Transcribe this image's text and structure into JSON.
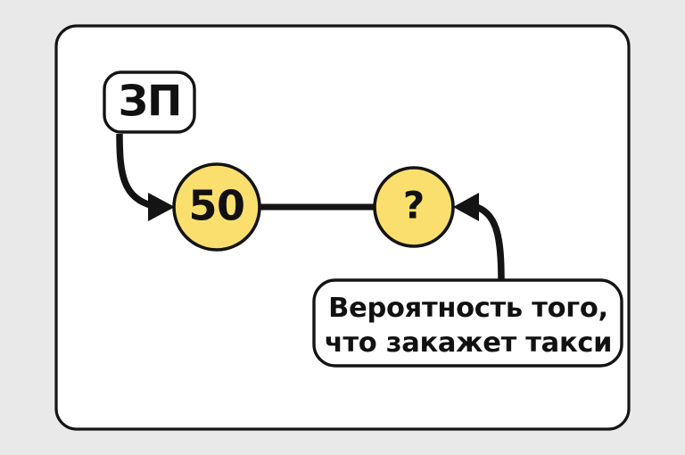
{
  "canvas": {
    "background_color": "#e9e9e9",
    "panel_color": "#ffffff",
    "stroke_color": "#141414",
    "node_fill_color": "#fadf6f"
  },
  "diagram": {
    "type": "node-link-diagram",
    "nodes": [
      {
        "id": "node-salary",
        "shape": "rounded-rect",
        "label": "ЗП",
        "fill": "#ffffff",
        "description": "Salary input label chip"
      },
      {
        "id": "node-fifty",
        "shape": "circle",
        "label": "50",
        "fill": "#fadf6f",
        "description": "Known value node"
      },
      {
        "id": "node-question",
        "shape": "circle",
        "label": "?",
        "fill": "#fadf6f",
        "description": "Unknown value node"
      }
    ],
    "edges": [
      {
        "id": "edge-salary-to-fifty",
        "from": "node-salary",
        "to": "node-fifty",
        "style": "curved-arrow",
        "arrowhead": "to"
      },
      {
        "id": "edge-fifty-to-question",
        "from": "node-fifty",
        "to": "node-question",
        "style": "straight-line",
        "arrowhead": "none"
      },
      {
        "id": "edge-caption-to-question",
        "from": "caption-box",
        "to": "node-question",
        "style": "curved-arrow",
        "arrowhead": "to"
      }
    ],
    "caption": {
      "id": "caption-box",
      "line1": "Вероятность того,",
      "line2": "что закажет такси",
      "fill": "#ffffff"
    }
  }
}
